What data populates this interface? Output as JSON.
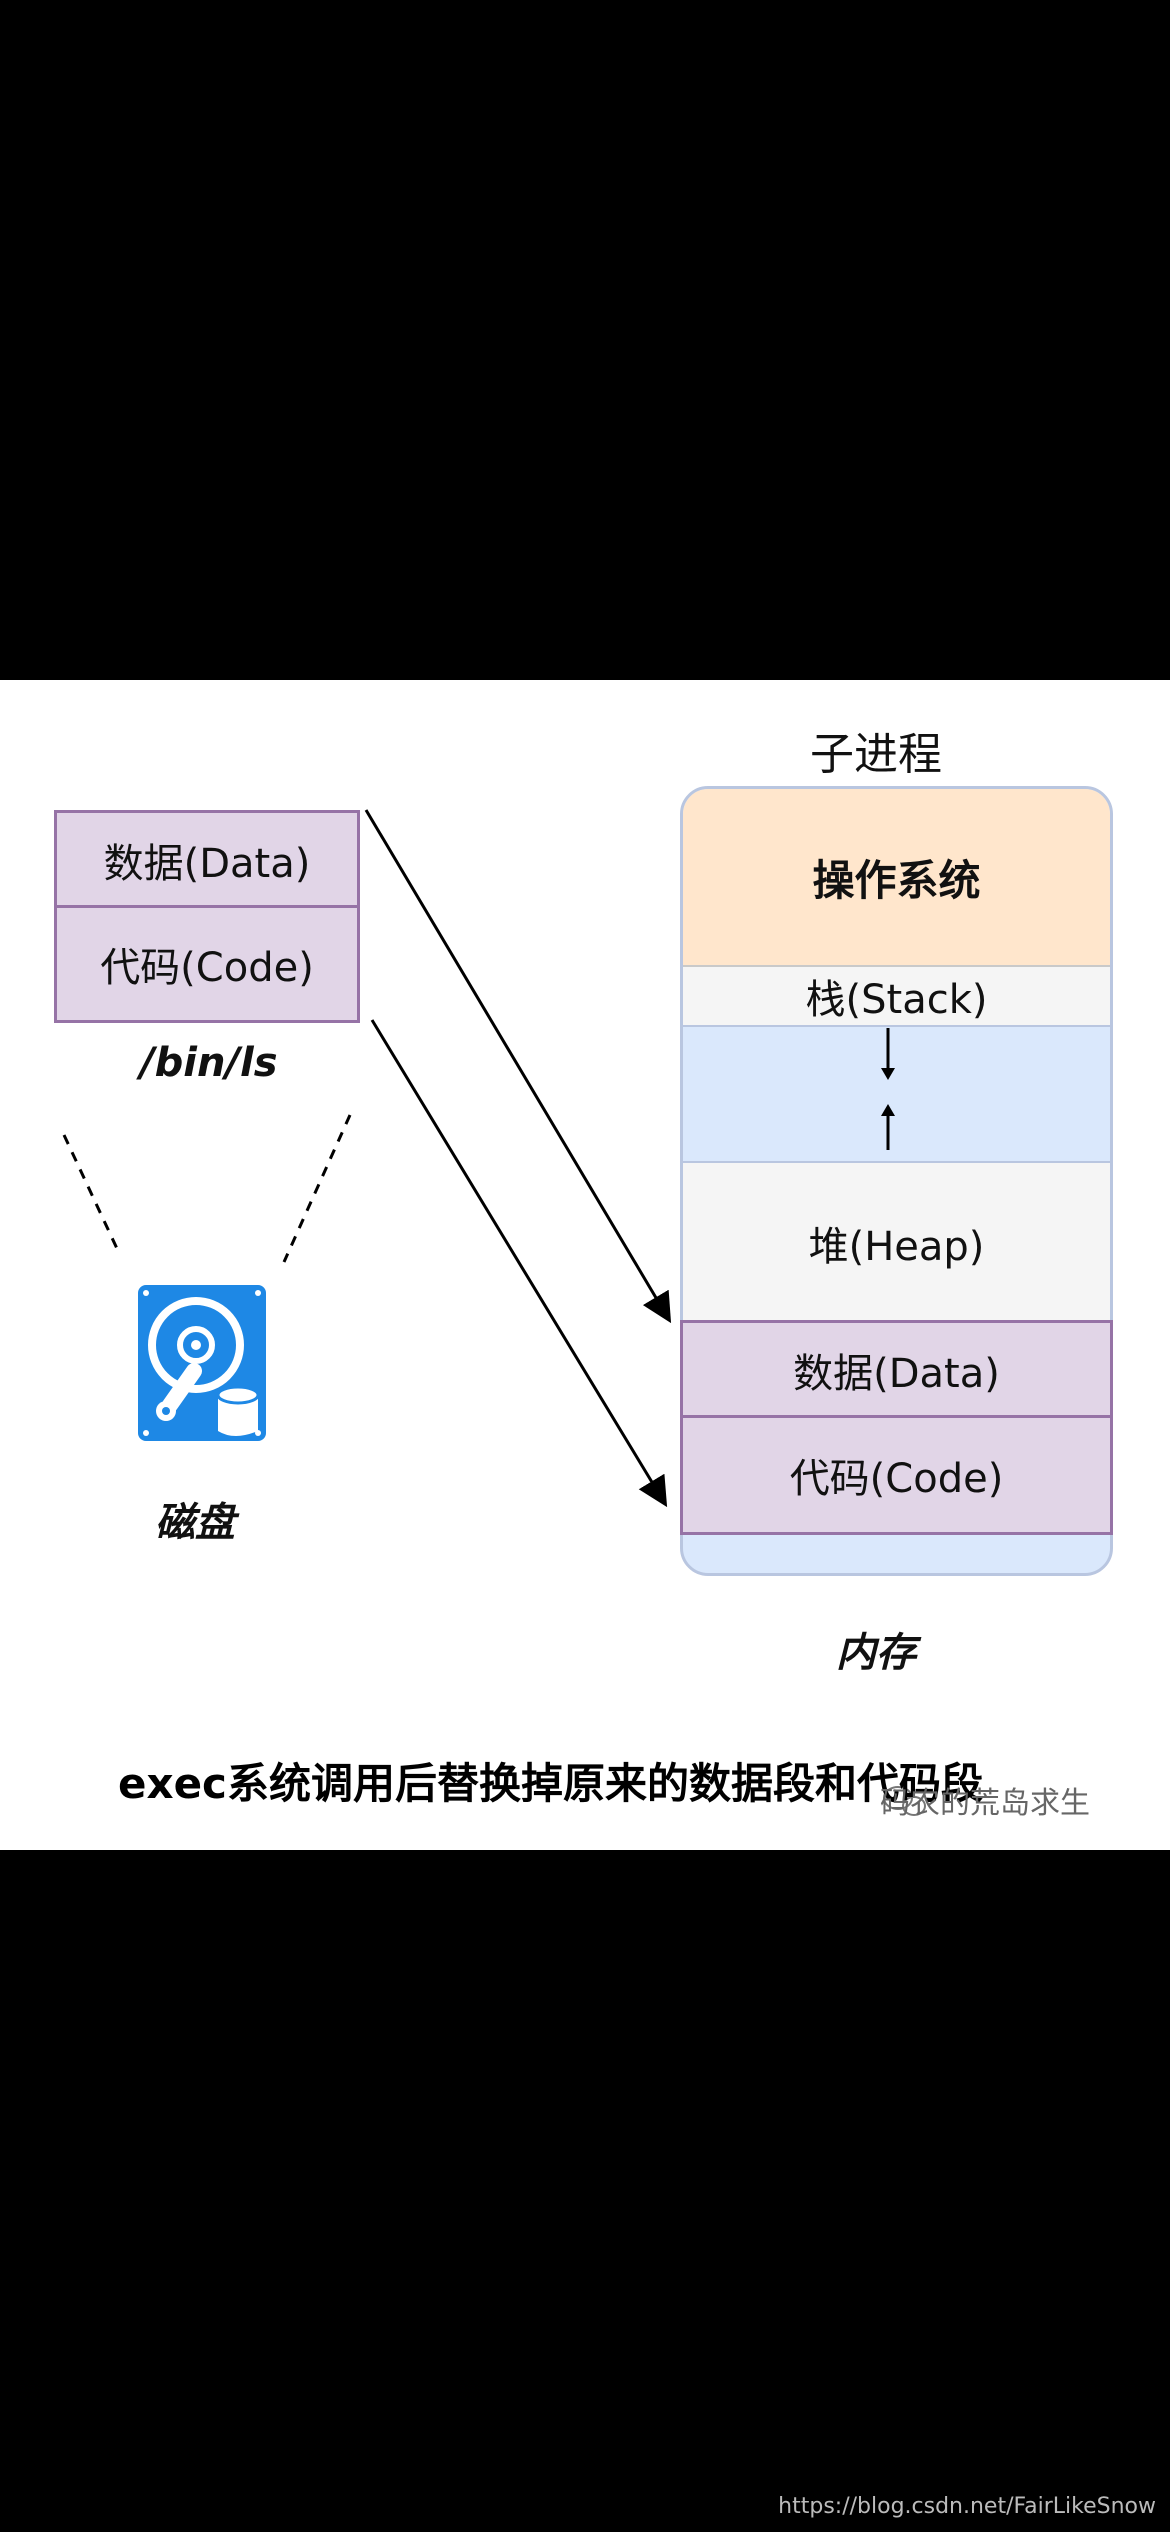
{
  "diagram": {
    "child_process_title": "子进程",
    "disk_program": {
      "data_label": "数据(Data)",
      "code_label": "代码(Code)",
      "path_label": "/bin/ls"
    },
    "disk_label": "磁盘",
    "memory": {
      "os_label": "操作系统",
      "stack_label": "栈(Stack)",
      "heap_label": "堆(Heap)",
      "data_label": "数据(Data)",
      "code_label": "代码(Code)",
      "memory_label": "内存"
    },
    "caption": "exec系统调用后替换掉原来的数据段和代码段",
    "watermark": "码农的荒岛求生",
    "footer_url": "https://blog.csdn.net/FairLikeSnow"
  },
  "icons": [
    "hard-disk-icon",
    "stack-down-arrow-icon",
    "heap-up-arrow-icon",
    "wechat-icon"
  ],
  "colors": {
    "segment_fill": "#e1d5e7",
    "segment_border": "#9673a6",
    "os_fill": "#ffe6cc",
    "memory_fill": "#dae8fc",
    "light_fill": "#f5f5f5",
    "disk_icon": "#1e88e5"
  }
}
